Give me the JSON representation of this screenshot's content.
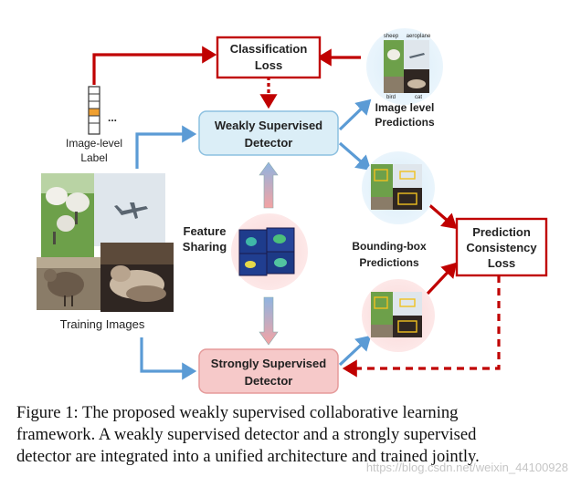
{
  "figure": {
    "classification_loss": [
      "Classification",
      "Loss"
    ],
    "weakly_detector": [
      "Weakly Supervised",
      "Detector"
    ],
    "strongly_detector": [
      "Strongly Supervised",
      "Detector"
    ],
    "prediction_loss": [
      "Prediction",
      "Consistency",
      "Loss"
    ],
    "feature_sharing": [
      "Feature",
      "Sharing"
    ],
    "image_level_label": [
      "Image-level",
      "Label"
    ],
    "label_ellipsis": "...",
    "training_images": "Training Images",
    "image_level_predictions": [
      "Image level",
      "Predictions"
    ],
    "bbox_predictions": [
      "Bounding-box",
      "Predictions"
    ],
    "pred_tags": [
      "sheep",
      "aeroplane",
      "bird",
      "cat"
    ]
  },
  "caption": {
    "lines": [
      "Figure 1: The proposed weakly supervised collaborative learning",
      "framework. A weakly supervised detector and a strongly supervised",
      "detector are integrated into a unified architecture and trained jointly."
    ]
  },
  "watermark": "https://blog.csdn.net/weixin_44100928",
  "colors": {
    "red": "#c00000",
    "blue_arrow": "#5b9bd5",
    "weak_box": "#dbeef7",
    "strong_box": "#f6c9c9"
  }
}
